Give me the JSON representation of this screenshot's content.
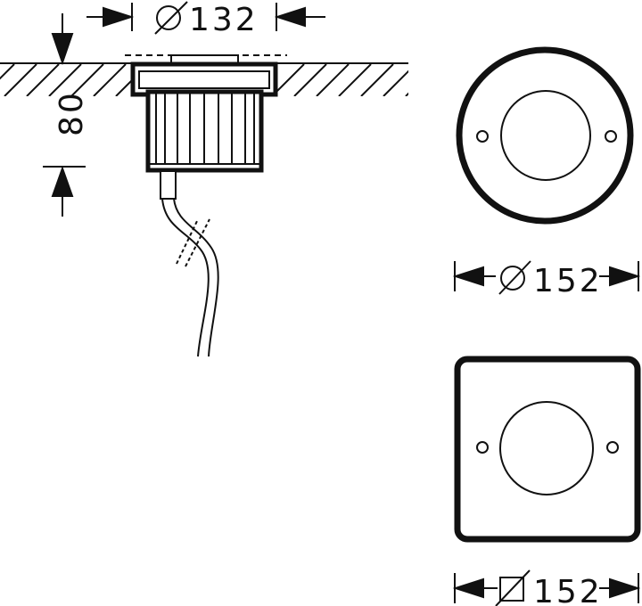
{
  "side_view": {
    "diameter_label": "132",
    "depth_label": "80"
  },
  "round_top_view": {
    "diameter_label": "152"
  },
  "square_top_view": {
    "size_label": "152"
  },
  "colors": {
    "line": "#111111",
    "background": "#ffffff"
  }
}
